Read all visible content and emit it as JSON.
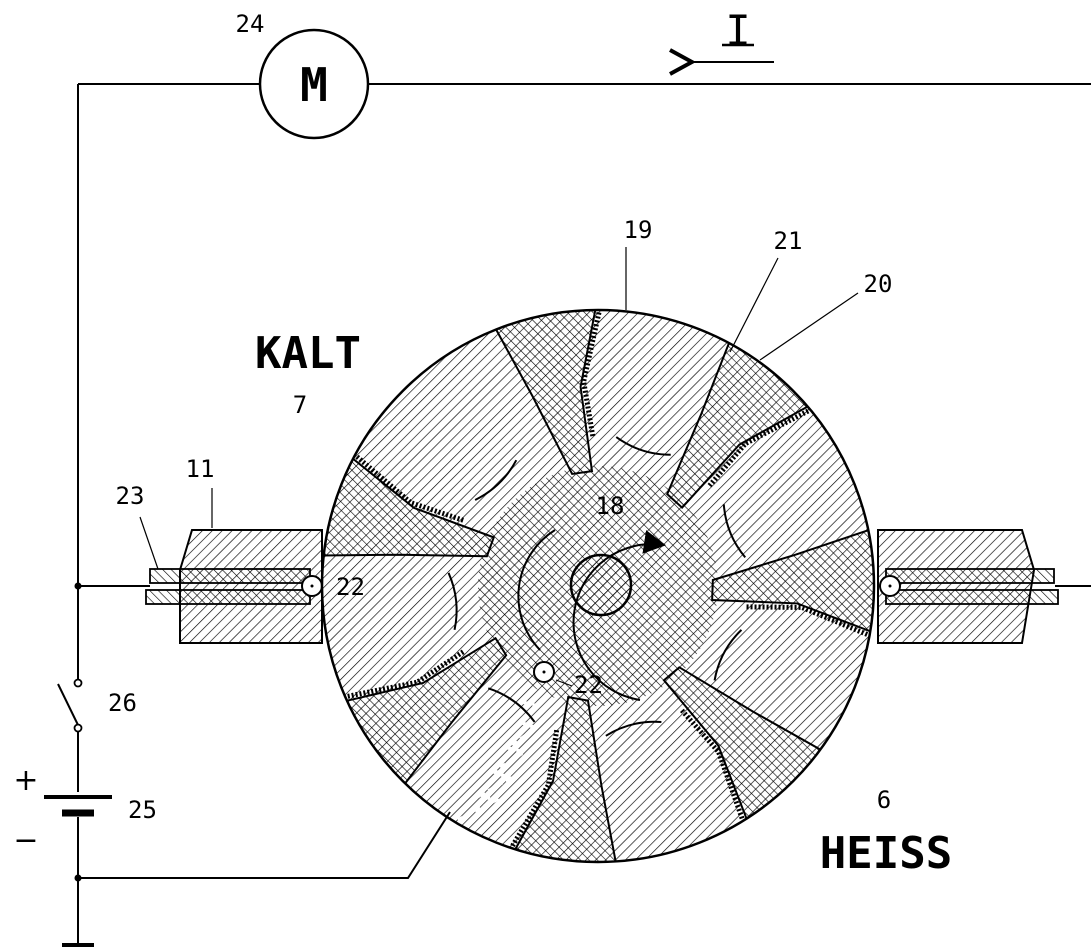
{
  "motor": {
    "symbol": "M",
    "ref": "24"
  },
  "current": {
    "label": "I"
  },
  "zones": {
    "cold_label": "KALT",
    "cold_ref": "7",
    "hot_label": "HEISS",
    "hot_ref": "6"
  },
  "refs": {
    "r19": "19",
    "r21": "21",
    "r20": "20",
    "r18": "18",
    "r11": "11",
    "r23": "23",
    "r22a": "22",
    "r22b": "22",
    "r26": "26",
    "r25": "25"
  },
  "battery": {
    "plus": "+",
    "minus": "−"
  }
}
